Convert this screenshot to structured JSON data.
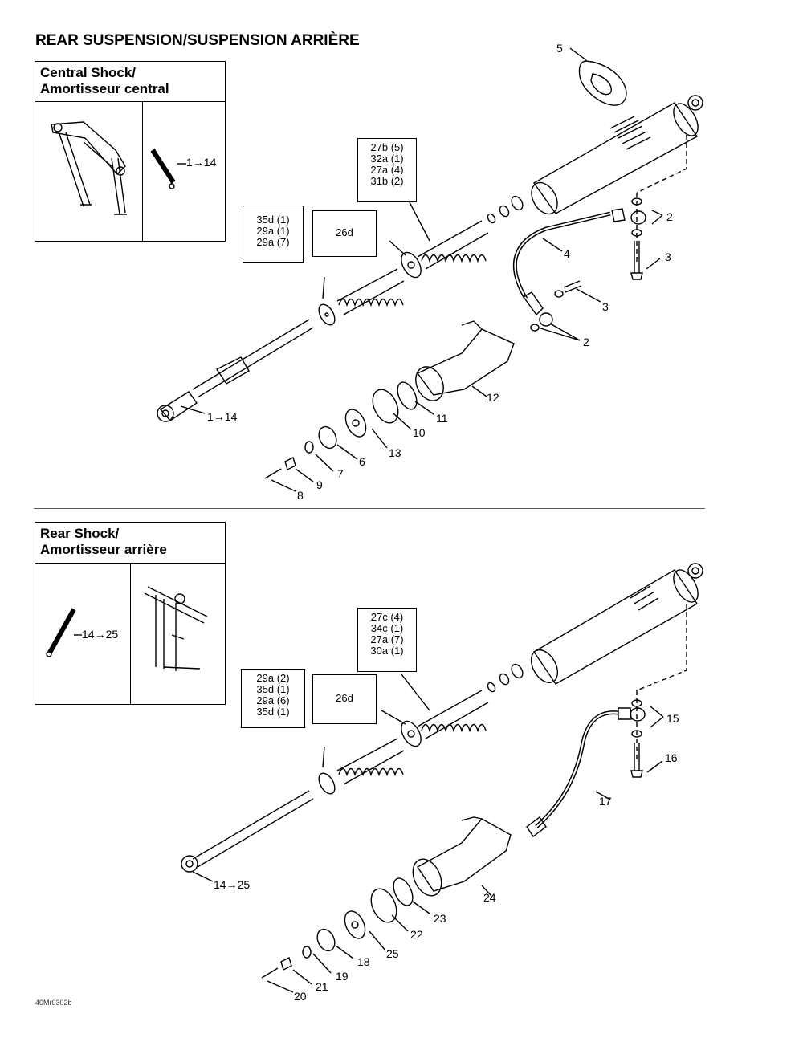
{
  "title": "REAR SUSPENSION/SUSPENSION ARRIÈRE",
  "central": {
    "title_line1": "Central Shock/",
    "title_line2": "Amortisseur central",
    "inset_ref": "1→14",
    "box_a": [
      "27b (5)",
      "32a (1)",
      "27a (4)",
      "31b (2)"
    ],
    "box_b": [
      "35d (1)",
      "29a (1)",
      "29a (7)"
    ],
    "box_c": "26d",
    "labels": {
      "l5": "5",
      "l2a": "2",
      "l3a": "3",
      "l4": "4",
      "l3b": "3",
      "l2b": "2",
      "l12": "12",
      "l11": "11",
      "l10": "10",
      "l13": "13",
      "l6": "6",
      "l7": "7",
      "l9": "9",
      "l8": "8",
      "lref": "1→14"
    }
  },
  "rear": {
    "title_line1": "Rear Shock/",
    "title_line2": "Amortisseur arrière",
    "inset_ref": "14→25",
    "box_a": [
      "27c (4)",
      "34c (1)",
      "27a (7)",
      "30a (1)"
    ],
    "box_b": [
      "29a (2)",
      "35d (1)",
      "29a (6)",
      "35d (1)"
    ],
    "box_c": "26d",
    "labels": {
      "l15": "15",
      "l16": "16",
      "l17": "17",
      "l24": "24",
      "l23": "23",
      "l22": "22",
      "l25": "25",
      "l18": "18",
      "l19": "19",
      "l21": "21",
      "l20": "20",
      "lref": "14→25"
    }
  },
  "footer_code": "40Mr0302b"
}
